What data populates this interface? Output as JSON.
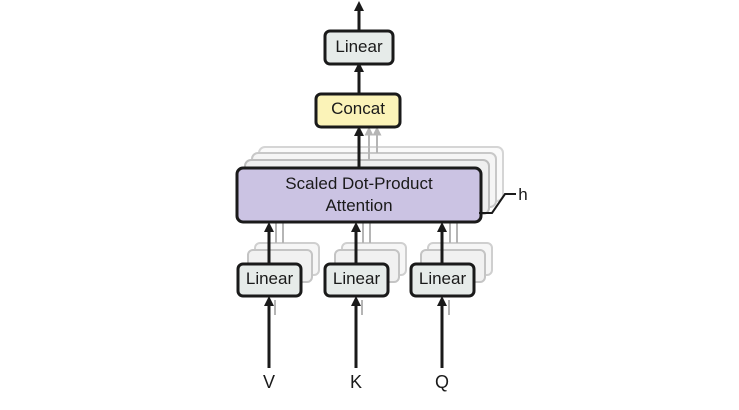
{
  "diagram": {
    "top_linear": "Linear",
    "concat": "Concat",
    "attention_line1": "Scaled Dot-Product",
    "attention_line2": "Attention",
    "heads_label": "h",
    "input_linears": [
      "Linear",
      "Linear",
      "Linear"
    ],
    "inputs": [
      "V",
      "K",
      "Q"
    ]
  },
  "colors": {
    "linear_fill": "#e6ebe9",
    "concat_fill": "#fbf3b8",
    "attention_fill": "#cbc3e3",
    "stroke": "#1a1a1a",
    "shadow_stroke": "#c8c8c8"
  }
}
